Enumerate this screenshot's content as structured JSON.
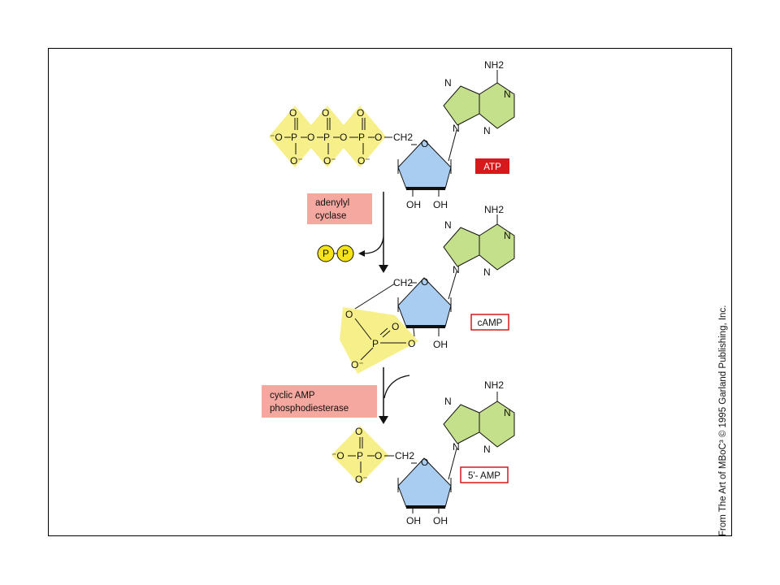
{
  "molecules": {
    "atp": {
      "label": "ATP",
      "label_color": "#d7191c",
      "label_text_color": "#ffffff"
    },
    "camp": {
      "label": "cAMP",
      "label_border_color": "#d7191c"
    },
    "amp5": {
      "label": "5'- AMP",
      "label_border_color": "#d7191c"
    }
  },
  "enzymes": {
    "adenylyl_cyclase": {
      "line1": "adenylyl",
      "line2": "cyclase",
      "color": "#f4a8a0"
    },
    "phosphodiesterase": {
      "line1": "cyclic AMP",
      "line2": "phosphodiesterase",
      "color": "#f4a8a0"
    }
  },
  "byproduct": {
    "p1": "P",
    "p2": "P",
    "color": "#f7e318"
  },
  "atoms": {
    "nh2": "NH2",
    "n": "N",
    "oh": "OH",
    "o": "O",
    "o_minus": "O⁻",
    "p": "P",
    "ch2": "CH2",
    "minus_o": "⁻O"
  },
  "colors": {
    "phosphate": "#f7f08a",
    "ribose": "#a9cdf0",
    "adenine": "#c4e08a"
  },
  "credit": "From The Art of MBoC³ © 1995 Garland Publishing, Inc."
}
